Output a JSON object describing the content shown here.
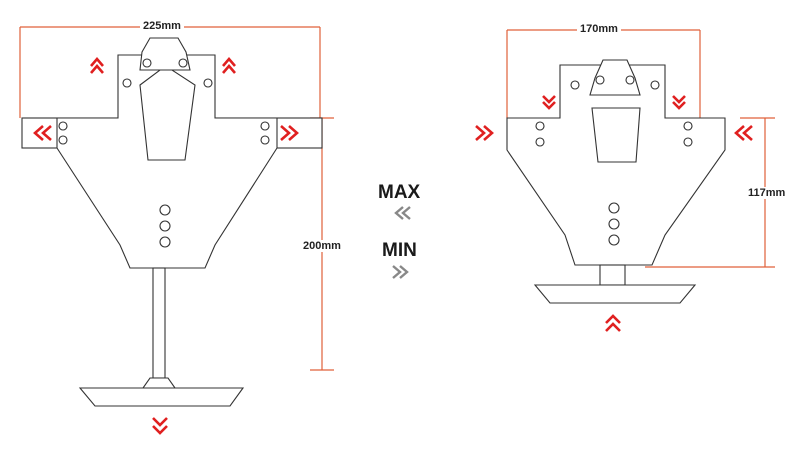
{
  "dimensions": {
    "left_width": "225mm",
    "left_height": "200mm",
    "right_width": "170mm",
    "right_height": "117mm"
  },
  "center": {
    "max_label": "MAX",
    "min_label": "MIN"
  },
  "colors": {
    "dimension_line": "#e0603a",
    "arrow_red": "#e02020",
    "arrow_grey": "#888888"
  }
}
